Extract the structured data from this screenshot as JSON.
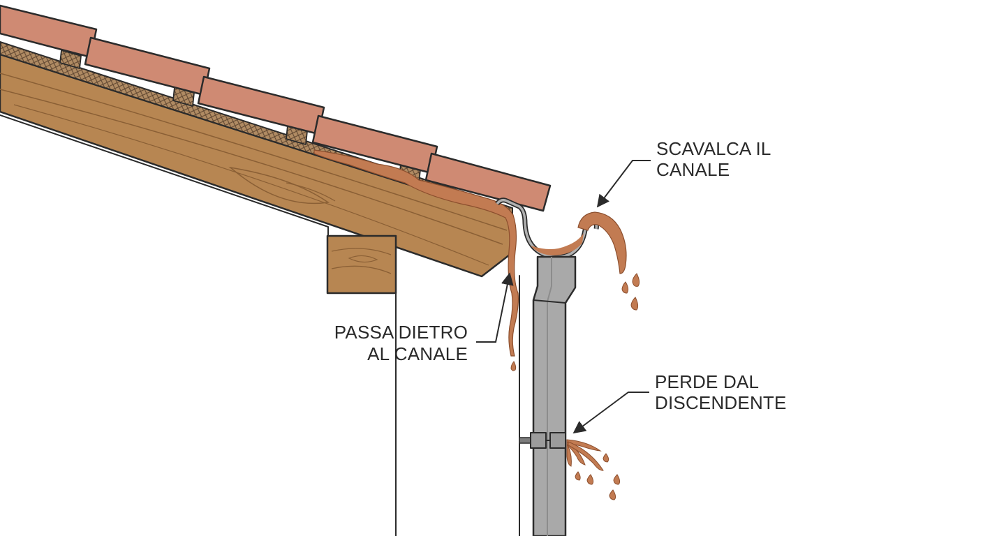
{
  "labels": {
    "overflow": {
      "line1": "SCAVALCA IL",
      "line2": "CANALE"
    },
    "behind": {
      "line1": "PASSA DIETRO",
      "line2": "AL CANALE"
    },
    "downspout_leak": {
      "line1": "PERDE DAL",
      "line2": "DISCENDENTE"
    }
  },
  "colors": {
    "tile": "#cf8a73",
    "tile_dark": "#b86f58",
    "wood": "#b78652",
    "wood_dark": "#9a6c3c",
    "membrane": "#a78460",
    "water": "#c27b52",
    "metal": "#a9a9a9",
    "metal_dark": "#8c8c8c",
    "outline": "#2b2b2b"
  },
  "icons": {
    "arrow": "leader-arrow-icon",
    "drop": "water-drop-icon"
  }
}
